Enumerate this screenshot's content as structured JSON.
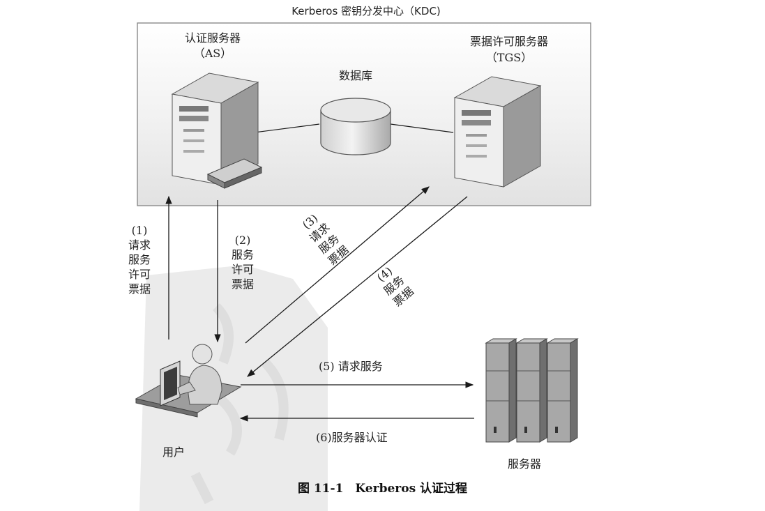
{
  "kdc": {
    "title": "Kerberos 密钥分发中心（KDC)",
    "as_name": "认证服务器",
    "as_abbr": "（AS）",
    "tgs_name": "票据许可服务器",
    "tgs_abbr": "（TGS）",
    "database": "数据库"
  },
  "steps": {
    "s1_num": "(1)",
    "s1_lines": [
      "请求",
      "服务",
      "许可",
      "票据"
    ],
    "s2_num": "(2)",
    "s2_lines": [
      "服务",
      "许可",
      "票据"
    ],
    "s3_num": "(3)",
    "s3_lines": [
      "请求",
      "服务",
      "票据"
    ],
    "s4_num": "(4)",
    "s4_lines": [
      "服务",
      "票据"
    ],
    "s5": "(5) 请求服务",
    "s6": "(6)服务器认证"
  },
  "nodes": {
    "user": "用户",
    "server": "服务器"
  },
  "caption": "图 11-1　Kerberos 认证过程",
  "colors": {
    "line": "#1a1a1a",
    "box_border": "#8a8a8a",
    "server_light": "#e6e6e6",
    "server_mid": "#bcbcbc",
    "server_dark": "#7d7d7d",
    "watermark": "#d8d8d8"
  }
}
